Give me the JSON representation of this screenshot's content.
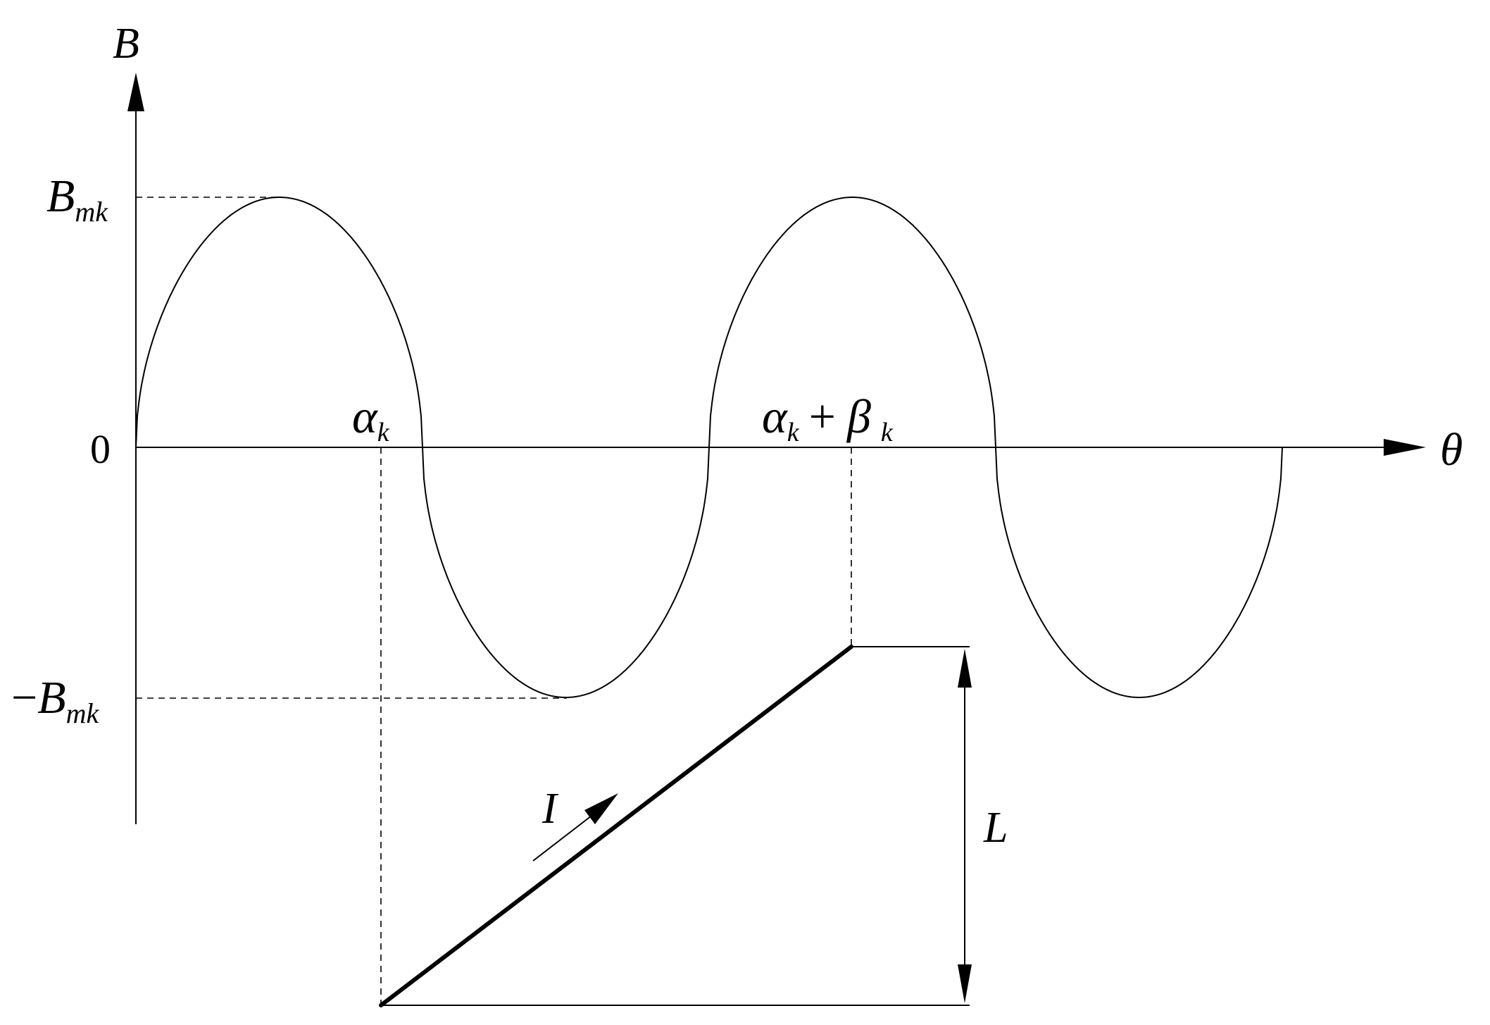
{
  "labels": {
    "y_axis": "B",
    "x_axis": "θ",
    "origin": "0",
    "peak_main": "B",
    "peak_sub": "mk",
    "neg_peak_minus": "−",
    "neg_peak_main": "B",
    "neg_peak_sub": "mk",
    "alpha_main": "α",
    "alpha_sub": "k",
    "sum_alpha_main": "α",
    "sum_alpha_sub": "k",
    "sum_plus": "+",
    "sum_beta_main": "β",
    "sum_beta_sub": "k",
    "current": "I",
    "length": "L"
  },
  "colors": {
    "stroke": "#000000",
    "background": "#ffffff"
  }
}
